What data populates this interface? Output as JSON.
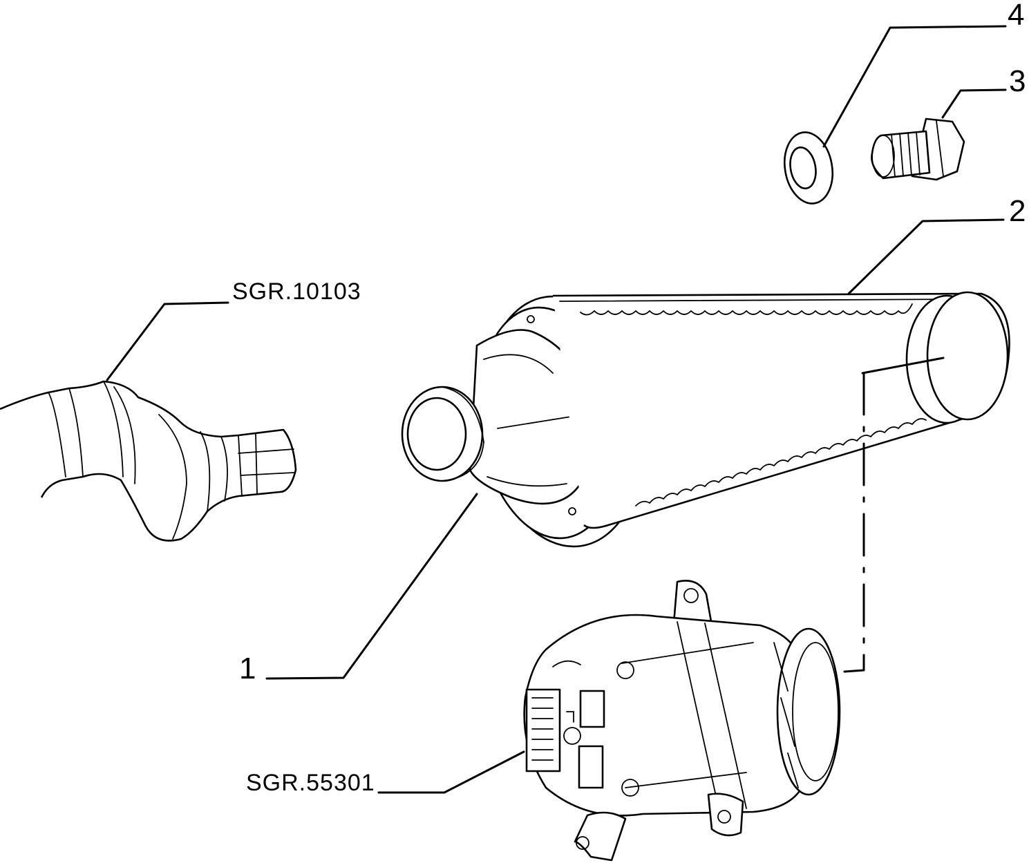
{
  "callouts": {
    "item1": "1",
    "item2": "2",
    "item3": "3",
    "item4": "4",
    "ref_shaft": "SGR.10103",
    "ref_alternator": "SGR.55301"
  },
  "colors": {
    "line": "#000000",
    "background": "#ffffff"
  }
}
